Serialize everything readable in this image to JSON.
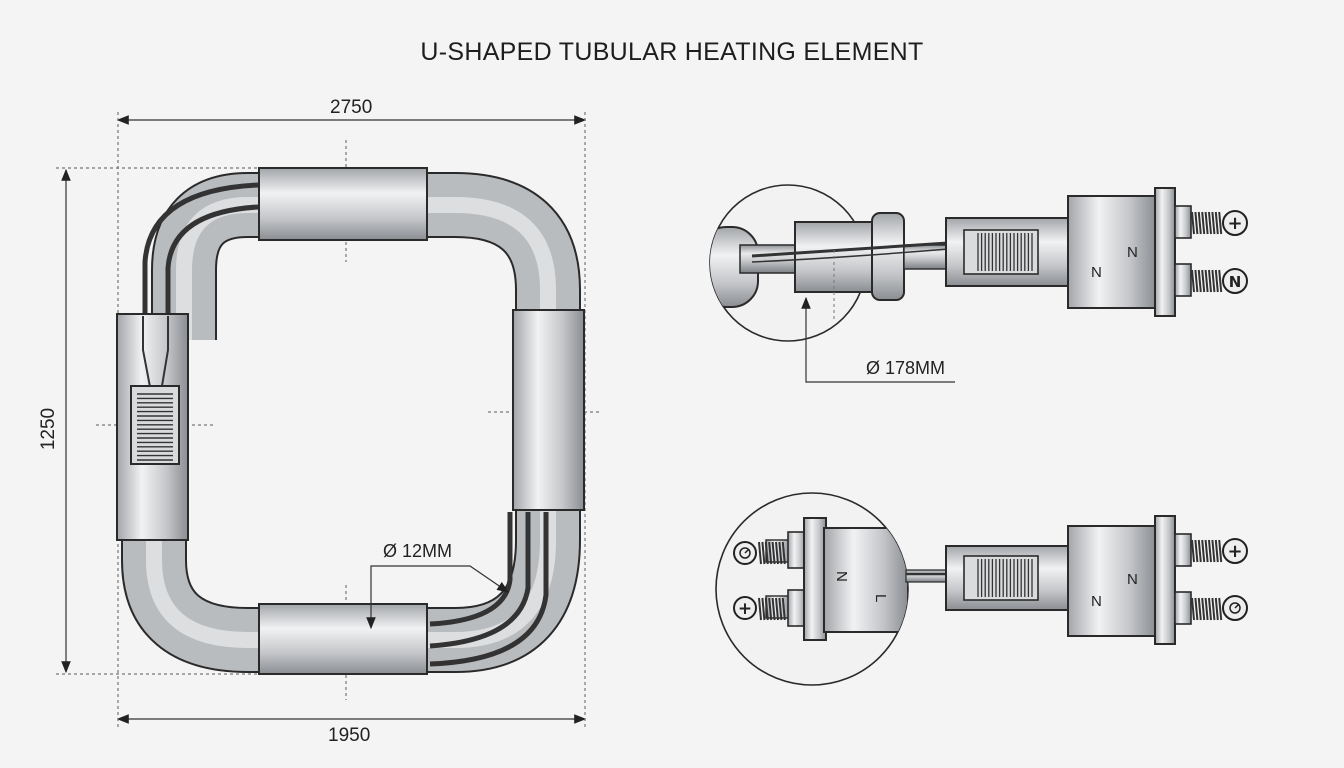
{
  "title": "U-SHAPED TUBULAR HEATING ELEMENT",
  "dimensions": {
    "top": "2750",
    "bottom": "1950",
    "left": "1250"
  },
  "callouts": {
    "tube_diameter": "Ø 12MM",
    "detail_diameter": "Ø 178MM"
  },
  "terminal_marks": {
    "n": "N",
    "l": "L",
    "plus": "+"
  },
  "colors": {
    "metal": "#c4c6c8",
    "metal_dark": "#8d9094",
    "outline": "#2a2a2a",
    "wire": "#3a3a3a",
    "background": "#f4f4f4"
  },
  "icons": [
    "plus-terminal-icon",
    "n-terminal-icon",
    "ground-terminal-icon"
  ]
}
